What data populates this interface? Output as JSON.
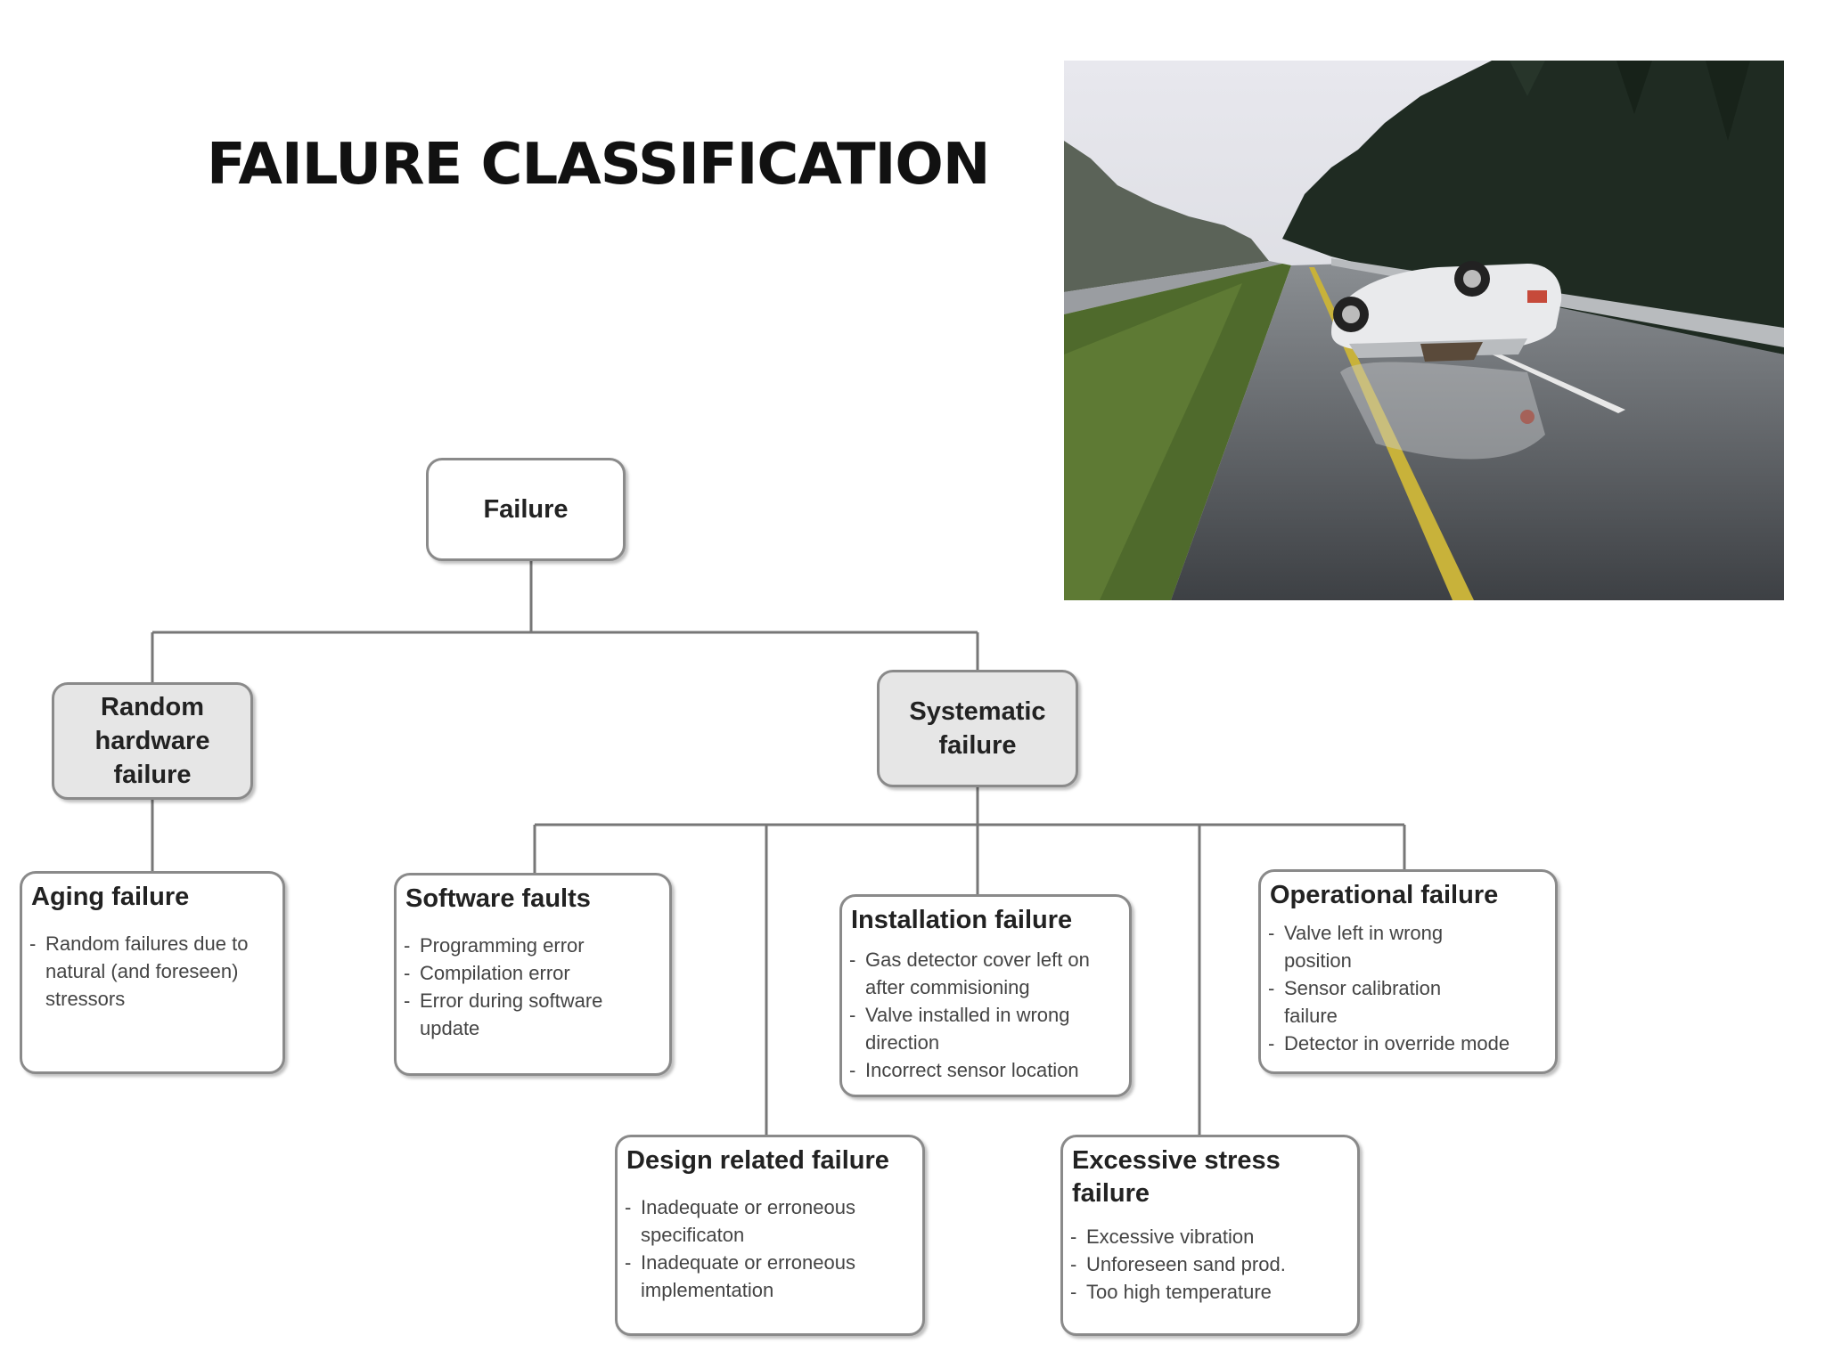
{
  "title": "FAILURE CLASSIFICATION",
  "photo": {
    "description": "overturned-car-on-wet-highway"
  },
  "diagram": {
    "root": "Failure",
    "random": {
      "label": "Random hardware failure"
    },
    "systematic": {
      "label": "Systematic failure"
    },
    "aging": {
      "title": "Aging failure",
      "items": [
        "Random failures due to natural (and foreseen) stressors"
      ]
    },
    "software": {
      "title": "Software faults",
      "items": [
        "Programming error",
        "Compilation error",
        "Error during software update"
      ]
    },
    "installation": {
      "title": "Installation failure",
      "items": [
        "Gas detector cover left on after commisioning",
        "Valve installed in wrong direction",
        "Incorrect sensor location"
      ]
    },
    "operational": {
      "title": "Operational failure",
      "items": [
        "Valve left in wrong position",
        "Sensor calibration failure",
        "Detector in override mode"
      ]
    },
    "design": {
      "title": "Design related failure",
      "items": [
        "Inadequate or erroneous specificaton",
        "Inadequate or erroneous implementation"
      ]
    },
    "stress": {
      "title": "Excessive stress failure",
      "items": [
        "Excessive vibration",
        "Unforeseen sand prod.",
        "Too high temperature"
      ]
    }
  }
}
